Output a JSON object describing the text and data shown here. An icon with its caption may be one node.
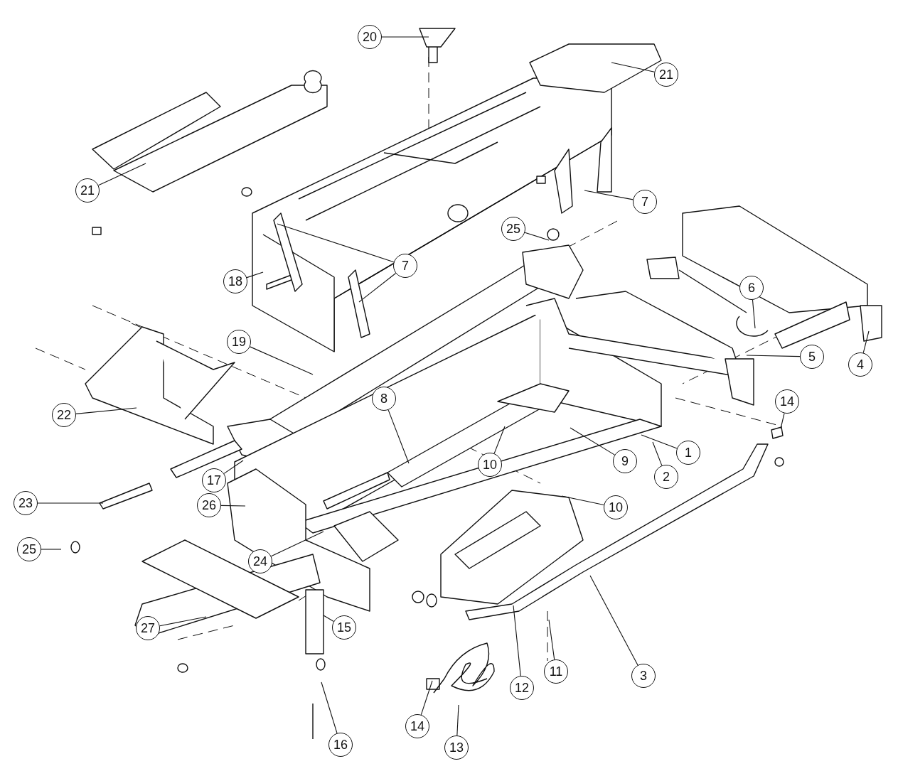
{
  "diagram": {
    "nodes": [
      {
        "text": [
          "20"
        ]
      },
      {
        "text": [
          "21"
        ]
      },
      {
        "text": [
          "21"
        ]
      },
      {
        "text": [
          "7"
        ]
      },
      {
        "text": [
          "25"
        ]
      },
      {
        "text": [
          "7"
        ]
      },
      {
        "text": [
          "18"
        ]
      },
      {
        "text": [
          "6"
        ]
      },
      {
        "text": [
          "19"
        ]
      },
      {
        "text": [
          "5"
        ]
      },
      {
        "text": [
          "4"
        ]
      },
      {
        "text": [
          "14"
        ]
      },
      {
        "text": [
          "22"
        ]
      },
      {
        "text": [
          "8"
        ]
      },
      {
        "text": [
          "10"
        ]
      },
      {
        "text": [
          "9"
        ]
      },
      {
        "text": [
          "1"
        ]
      },
      {
        "text": [
          "2"
        ]
      },
      {
        "text": [
          "17"
        ]
      },
      {
        "text": [
          "10"
        ]
      },
      {
        "text": [
          "23"
        ]
      },
      {
        "text": [
          "26"
        ]
      },
      {
        "text": [
          "25"
        ]
      },
      {
        "text": [
          "24"
        ]
      },
      {
        "text": [
          "27"
        ]
      },
      {
        "text": [
          "15"
        ]
      },
      {
        "text": [
          "3"
        ]
      },
      {
        "text": [
          "11"
        ]
      },
      {
        "text": [
          "12"
        ]
      },
      {
        "text": [
          "14"
        ]
      },
      {
        "text": [
          "13"
        ]
      },
      {
        "text": [
          "16"
        ]
      }
    ],
    "edges": [
      {
        "from": 0,
        "to": null,
        "arrow": "none"
      },
      {
        "from": 1,
        "to": null,
        "arrow": "none"
      },
      {
        "from": 2,
        "to": null,
        "arrow": "none"
      },
      {
        "from": 3,
        "to": null,
        "arrow": "none"
      },
      {
        "from": 4,
        "to": null,
        "arrow": "none"
      },
      {
        "from": 5,
        "to": null,
        "arrow": "none"
      },
      {
        "from": 5,
        "to": null,
        "arrow": "none"
      },
      {
        "from": 6,
        "to": null,
        "arrow": "none"
      },
      {
        "from": 7,
        "to": null,
        "arrow": "none"
      },
      {
        "from": 8,
        "to": null,
        "arrow": "none"
      },
      {
        "from": 9,
        "to": null,
        "arrow": "none"
      },
      {
        "from": 10,
        "to": null,
        "arrow": "none"
      },
      {
        "from": 11,
        "to": null,
        "arrow": "none"
      },
      {
        "from": 12,
        "to": null,
        "arrow": "none"
      },
      {
        "from": 13,
        "to": null,
        "arrow": "none"
      },
      {
        "from": 14,
        "to": null,
        "arrow": "none"
      },
      {
        "from": 15,
        "to": null,
        "arrow": "none"
      },
      {
        "from": 16,
        "to": null,
        "arrow": "none"
      },
      {
        "from": 17,
        "to": null,
        "arrow": "none"
      },
      {
        "from": 18,
        "to": null,
        "arrow": "none"
      },
      {
        "from": 19,
        "to": null,
        "arrow": "none"
      },
      {
        "from": 20,
        "to": null,
        "arrow": "none"
      },
      {
        "from": 21,
        "to": null,
        "arrow": "none"
      },
      {
        "from": 22,
        "to": null,
        "arrow": "none"
      },
      {
        "from": 23,
        "to": null,
        "arrow": "none"
      },
      {
        "from": 24,
        "to": null,
        "arrow": "none"
      },
      {
        "from": 25,
        "to": null,
        "arrow": "none"
      },
      {
        "from": 26,
        "to": null,
        "arrow": "none"
      },
      {
        "from": 27,
        "to": null,
        "arrow": "none"
      },
      {
        "from": 28,
        "to": null,
        "arrow": "none"
      },
      {
        "from": 29,
        "to": null,
        "arrow": "none"
      },
      {
        "from": 30,
        "to": null,
        "arrow": "none"
      },
      {
        "from": 31,
        "to": null,
        "arrow": "none"
      }
    ]
  }
}
